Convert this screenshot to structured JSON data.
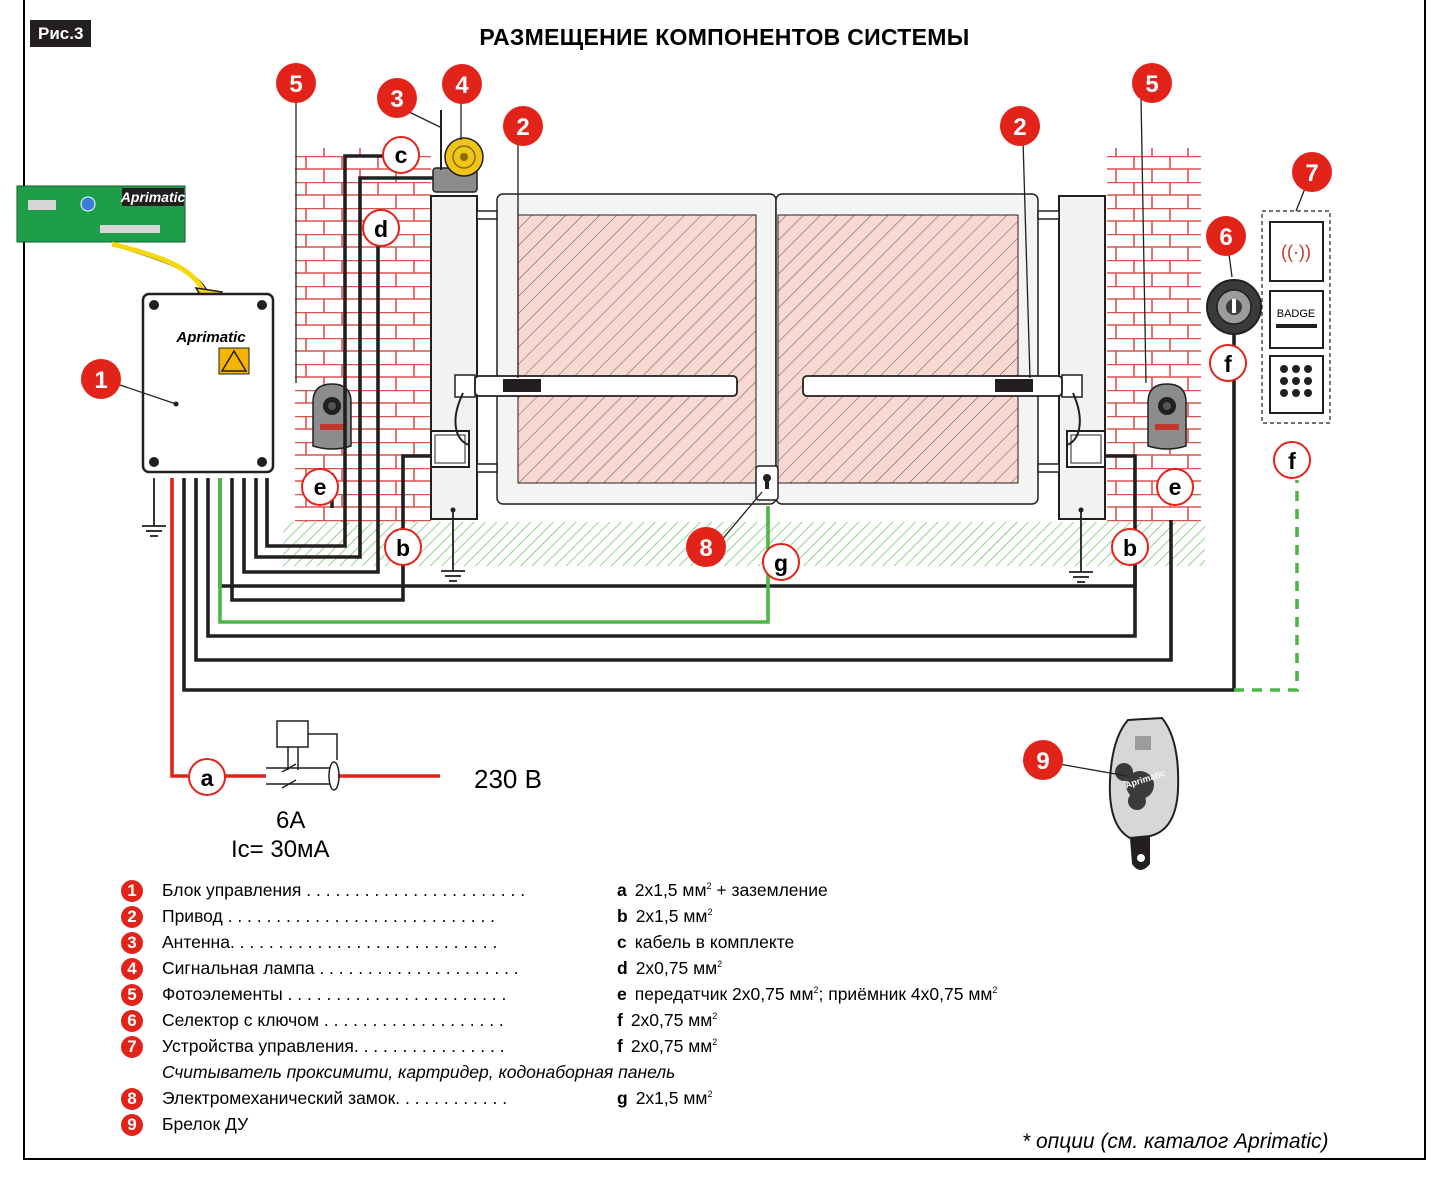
{
  "figure": {
    "label": "Рис.3",
    "title": "РАЗМЕЩЕНИЕ КОМПОНЕНТОВ СИСТЕМЫ"
  },
  "brand": {
    "logo_text": "Aprimatic",
    "board_logo_text": "Aprimatic",
    "remote_logo_text": "Aprimatic"
  },
  "markers": {
    "numbers": [
      "1",
      "2",
      "3",
      "4",
      "5",
      "6",
      "7",
      "8",
      "9"
    ],
    "cable_letters": [
      "a",
      "b",
      "c",
      "d",
      "e",
      "f",
      "g"
    ]
  },
  "devices": {
    "badge_reader_label": "BADGE"
  },
  "power": {
    "voltage": "230 В",
    "breaker_rating": "6A",
    "leakage_current": "Ic= 30мА"
  },
  "legend": [
    {
      "num": "1",
      "name": "Блок управления",
      "letter": "a",
      "spec": "2x1,5 мм",
      "sup": "2",
      "extra": " + заземление"
    },
    {
      "num": "2",
      "name": "Привод",
      "letter": "b",
      "spec": "2x1,5 мм",
      "sup": "2",
      "extra": ""
    },
    {
      "num": "3",
      "name": "Антенна",
      "letter": "c",
      "spec": "кабель в комплекте",
      "sup": "",
      "extra": ""
    },
    {
      "num": "4",
      "name": "Сигнальная лампа",
      "letter": "d",
      "spec": "2x0,75 мм",
      "sup": "2",
      "extra": ""
    },
    {
      "num": "5",
      "name": "Фотоэлементы",
      "letter": "e",
      "spec": "передатчик 2x0,75 мм",
      "sup": "2",
      "extra": "; приёмник 4x0,75 мм",
      "sup2": "2"
    },
    {
      "num": "6",
      "name": "Селектор с ключом",
      "letter": "f",
      "spec": "2x0,75 мм",
      "sup": "2",
      "extra": ""
    },
    {
      "num": "7",
      "name": "Устройства управления",
      "letter": "f",
      "spec": "2x0,75 мм",
      "sup": "2",
      "extra": ""
    },
    {
      "note": "Считыватель проксимити, картридер, кодонаборная панель"
    },
    {
      "num": "8",
      "name": "Электромеханический замок",
      "letter": "g",
      "spec": "2x1,5 мм",
      "sup": "2",
      "extra": ""
    },
    {
      "num": "9",
      "name": "Брелок ДУ",
      "letter": "",
      "spec": "",
      "sup": "",
      "extra": ""
    }
  ],
  "footnote": "* опции (см. каталог Aprimatic)",
  "colors": {
    "marker_red": "#e2231a",
    "cable_black": "#231f20",
    "cable_green": "#4cb748",
    "cable_red": "#e2231a",
    "brick": "#d9534f",
    "ground_hatch": "#7cc576"
  }
}
